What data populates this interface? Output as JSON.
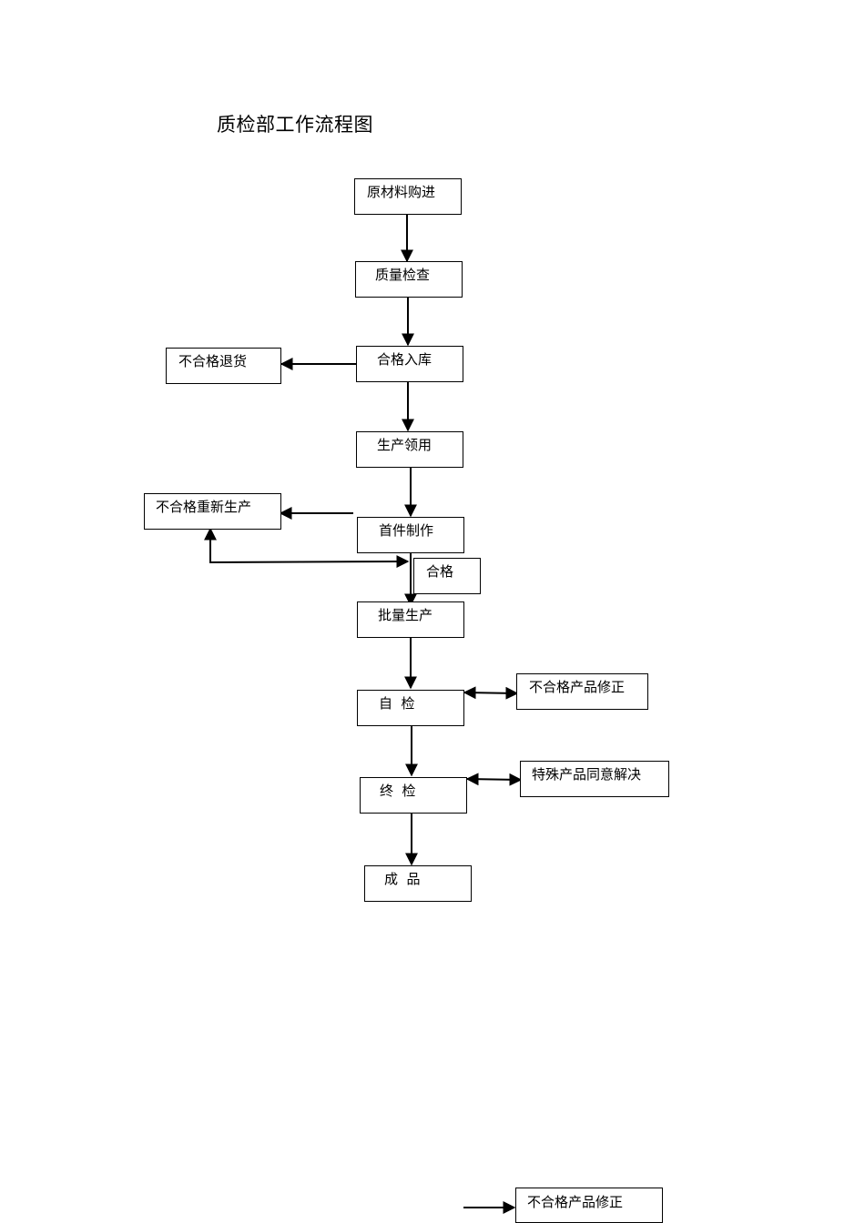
{
  "document": {
    "title": "质检部工作流程图"
  },
  "flowchart": {
    "nodes": {
      "raw_material_purchase": "原材料购进",
      "quality_inspection": "质量检查",
      "qualified_storage": "合格入库",
      "unqualified_return": "不合格退货",
      "production_requisition": "生产领用",
      "first_piece_production": "首件制作",
      "unqualified_reproduction": "不合格重新生产",
      "qualified": "合格",
      "mass_production": "批量生产",
      "self_inspection": "自  检",
      "unqualified_correction": "不合格产品修正",
      "final_inspection": "终  检",
      "special_approval": "特殊产品同意解决",
      "finished_product": "成  品",
      "legend_unqualified_correction": "不合格产品修正"
    }
  }
}
